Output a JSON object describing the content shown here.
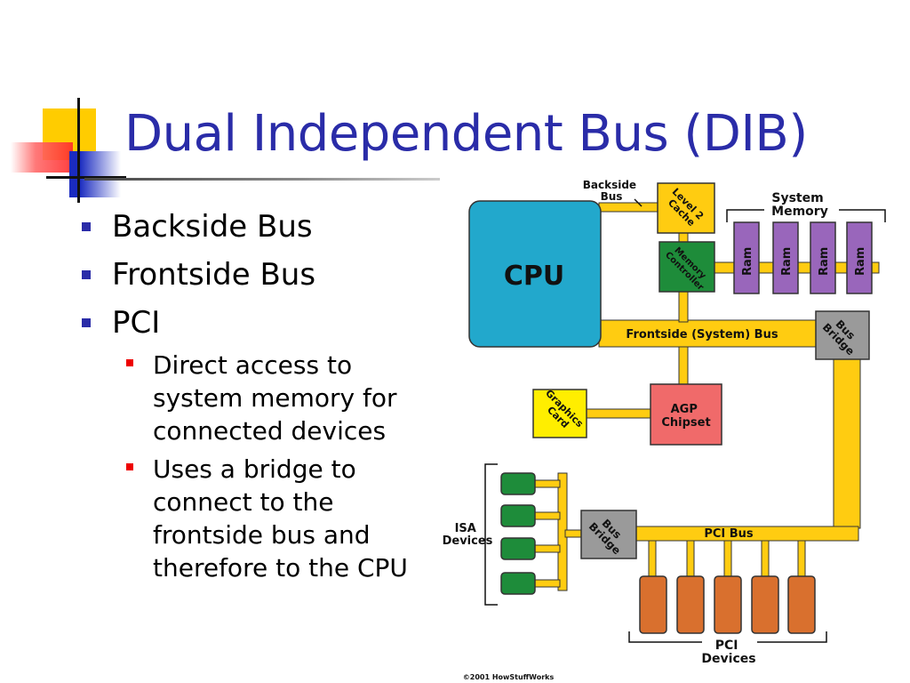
{
  "slide": {
    "title": "Dual Independent Bus (DIB)",
    "bullets": [
      {
        "label": "Backside Bus"
      },
      {
        "label": "Frontside Bus"
      },
      {
        "label": "PCI"
      }
    ],
    "sub_bullets": [
      {
        "lines": [
          "Direct access to",
          "system memory for",
          "connected devices"
        ]
      },
      {
        "lines": [
          "Uses a bridge to",
          "connect to the",
          "frontside bus and",
          "therefore to the CPU"
        ]
      }
    ]
  },
  "diagram": {
    "cpu": "CPU",
    "backside_bus": [
      "Backside",
      "Bus"
    ],
    "level2_cache": [
      "Level 2",
      "Cache"
    ],
    "memory_controller": [
      "Memory",
      "Controller"
    ],
    "system_memory": [
      "System",
      "Memory"
    ],
    "ram": [
      "Ram",
      "Ram",
      "Ram",
      "Ram"
    ],
    "frontside_bus": "Frontside (System) Bus",
    "bus_bridge": [
      "Bus",
      "Bridge"
    ],
    "agp_chipset": [
      "AGP",
      "Chipset"
    ],
    "graphics_card": [
      "Graphics",
      "Card"
    ],
    "pci_bus": "PCI Bus",
    "isa_devices": [
      "ISA",
      "Devices"
    ],
    "pci_devices": [
      "PCI",
      "Devices"
    ],
    "copyright": "©2001 HowStuffWorks",
    "colors": {
      "bus": "#ffcc11",
      "cpu": "#22a8cc",
      "cache": "#ffcc11",
      "memory_controller": "#1e8c3a",
      "ram": "#9966bb",
      "bridge": "#9a9a9a",
      "agp": "#f06a6a",
      "graphics": "#ffee00",
      "isa_device": "#1e8c3a",
      "pci_device": "#d9702e"
    }
  }
}
